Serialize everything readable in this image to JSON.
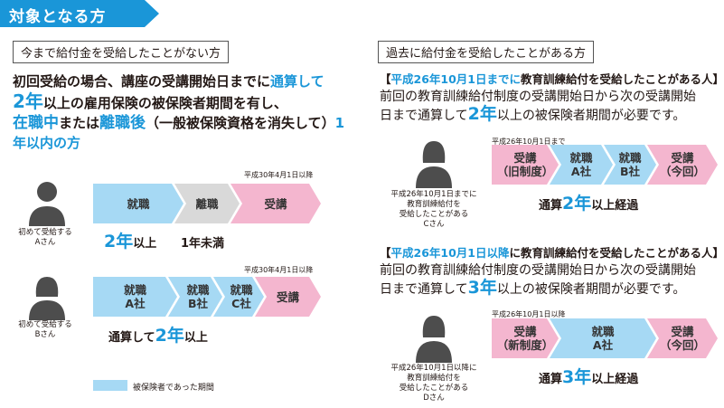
{
  "header": {
    "title": "対象となる方"
  },
  "left": {
    "box_label": "今まで給付金を受給したことがない方",
    "para": {
      "p1": "初回受給の場合、講座の受講開始日までに",
      "p2": "通算して",
      "p3": "2年",
      "p4": "以上の雇用保険の被保険者期間を有し、",
      "p5": "在職中",
      "p6": "または",
      "p7": "離職後",
      "p8": "（一般被保険資格を消失して）",
      "p9": "1年以内の方"
    },
    "a": {
      "date": "平成30年4月1日以降",
      "chev1": "就職",
      "chev2": "離職",
      "chev3": "受講",
      "caption1": "初めて受給する",
      "caption2": "Aさん",
      "dur_num": "2年",
      "dur_suffix": "以上",
      "dur_less": "1年未満"
    },
    "b": {
      "date": "平成30年4月1日以降",
      "chev1a": "就職",
      "chev1b": "A社",
      "chev2a": "就職",
      "chev2b": "B社",
      "chev3a": "就職",
      "chev3b": "C社",
      "chev4": "受講",
      "caption1": "初めて受給する",
      "caption2": "Bさん",
      "dur_prefix": "通算して",
      "dur_num": "2年",
      "dur_suffix": "以上"
    },
    "legend": "被保険者であった期間"
  },
  "right": {
    "box_label": "過去に給付金を受給したことがある方",
    "c": {
      "heading_open": "【",
      "heading_blue": "平成26年10月1日までに",
      "heading_rest": "教育訓練給付を受給したことがある人】",
      "line1": "前回の教育訓練給付制度の受講開始日から次の受講開始",
      "line2a": "日まで通算して",
      "line2num": "2年",
      "line2b": "以上の被保険者期間が必要です。",
      "date": "平成26年10月1日まで",
      "chev1a": "受講",
      "chev1b": "（旧制度）",
      "chev2a": "就職",
      "chev2b": "A社",
      "chev3a": "就職",
      "chev3b": "B社",
      "chev4a": "受講",
      "chev4b": "（今回）",
      "caption": [
        "平成26年10月1日までに",
        "教育訓練給付を",
        "受給したことがある",
        "Cさん"
      ],
      "dur_prefix": "通算",
      "dur_num": "2年",
      "dur_suffix": "以上経過"
    },
    "d": {
      "heading_open": "【",
      "heading_blue": "平成26年10月1日以降",
      "heading_rest": "に教育訓練給付を受給したことがある人】",
      "line1": "前回の教育訓練給付制度の受講開始日から次の受講開始",
      "line2a": "日まで通算して",
      "line2num": "3年",
      "line2b": "以上の被保険者期間が必要です。",
      "date": "平成26年10月1日以降",
      "chev1a": "受講",
      "chev1b": "（新制度）",
      "chev2a": "就職",
      "chev2b": "A社",
      "chev3a": "受講",
      "chev3b": "（今回）",
      "caption": [
        "平成26年10月1日以降に",
        "教育訓練給付を",
        "受給したことがある",
        "Dさん"
      ],
      "dur_prefix": "通算",
      "dur_num": "3年",
      "dur_suffix": "以上経過"
    }
  },
  "colors": {
    "accent": "#1a96d8",
    "insured": "#a6d9f4",
    "left_job": "#d9d9d9",
    "course": "#f4b6cf"
  },
  "icons": {
    "person_male": "person-male-icon",
    "person_female": "person-female-icon"
  }
}
